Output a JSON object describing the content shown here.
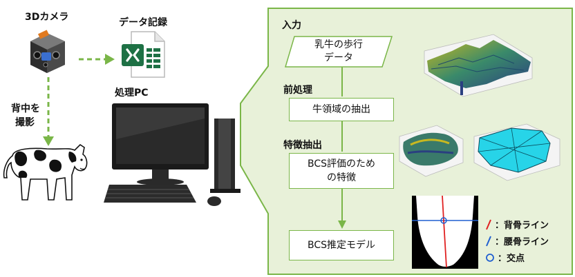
{
  "left": {
    "camera_label": "3Dカメラ",
    "excel_label": "データ記録",
    "pc_label": "処理PC",
    "capture_label_line1": "背中を",
    "capture_label_line2": "撮影"
  },
  "flow": {
    "input_heading": "入力",
    "input_box_line1": "乳牛の歩行",
    "input_box_line2": "データ",
    "preprocess_heading": "前処理",
    "preprocess_box": "牛領域の抽出",
    "feature_heading": "特徴抽出",
    "feature_box_line1": "BCS評価のため",
    "feature_box_line2": "の特徴",
    "model_box": "BCS推定モデル"
  },
  "legend": {
    "back_line": "：背骨ライン",
    "hip_line": "：腰骨ライン",
    "intersection": "：交点",
    "back_color": "#e02020",
    "hip_color": "#1f5fd0",
    "intersection_color": "#1f5fd0"
  },
  "colors": {
    "panel_bg": "#e8f1d9",
    "panel_border": "#7ab648",
    "arrow_green": "#7ab648",
    "excel_green": "#1e7145"
  },
  "icons": [
    "camera-icon",
    "excel-icon",
    "computer-icon",
    "cow-icon"
  ]
}
